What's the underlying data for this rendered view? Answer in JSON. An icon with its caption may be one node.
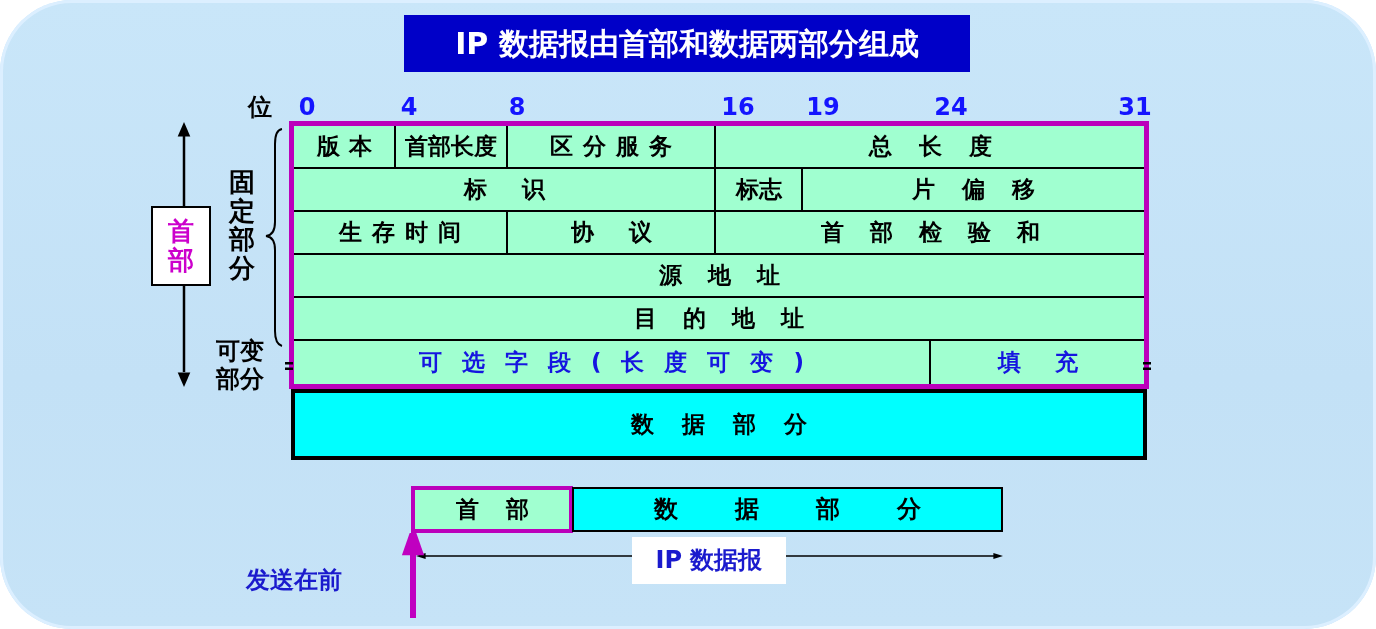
{
  "diagram": {
    "title": "IP 数据报由首部和数据两部分组成",
    "nodes": [
      {
        "text": [],
        "shape": "box"
      },
      {
        "text": [
          "版本"
        ],
        "in": 0
      },
      {
        "text": [
          "首部长度"
        ],
        "in": 0
      },
      {
        "text": [
          "区分服务"
        ],
        "in": 0
      },
      {
        "text": [
          "总长度"
        ],
        "in": 0
      },
      {
        "text": [
          "标识"
        ],
        "in": 0
      },
      {
        "text": [
          "标志"
        ],
        "in": 0
      },
      {
        "text": [
          "片偏移"
        ],
        "in": 0
      },
      {
        "text": [
          "生存时间"
        ],
        "in": 0
      },
      {
        "text": [
          "协议"
        ],
        "in": 0
      },
      {
        "text": [
          "首部检验和"
        ],
        "in": 0
      },
      {
        "text": [
          "源地址"
        ],
        "in": 0
      },
      {
        "text": [
          "目的地址"
        ],
        "in": 0
      },
      {
        "text": [
          "可选字段(长度可变)"
        ],
        "in": 0
      },
      {
        "text": [
          "填充"
        ],
        "in": 0
      },
      {
        "text": [
          "数据部分"
        ]
      },
      {
        "text": [
          "首部"
        ]
      },
      {
        "text": [
          "首部"
        ]
      },
      {
        "text": [
          "数据部分"
        ]
      },
      {
        "text": [
          "IP 数据报"
        ]
      }
    ],
    "edges": [
      {
        "from": null,
        "to": 17,
        "arrow": "to",
        "color": "#c000c0"
      }
    ],
    "labels": [
      "位",
      "0",
      "4",
      "8",
      "16",
      "19",
      "24",
      "31",
      "固定部分",
      "可变部分",
      "发送在前"
    ]
  }
}
